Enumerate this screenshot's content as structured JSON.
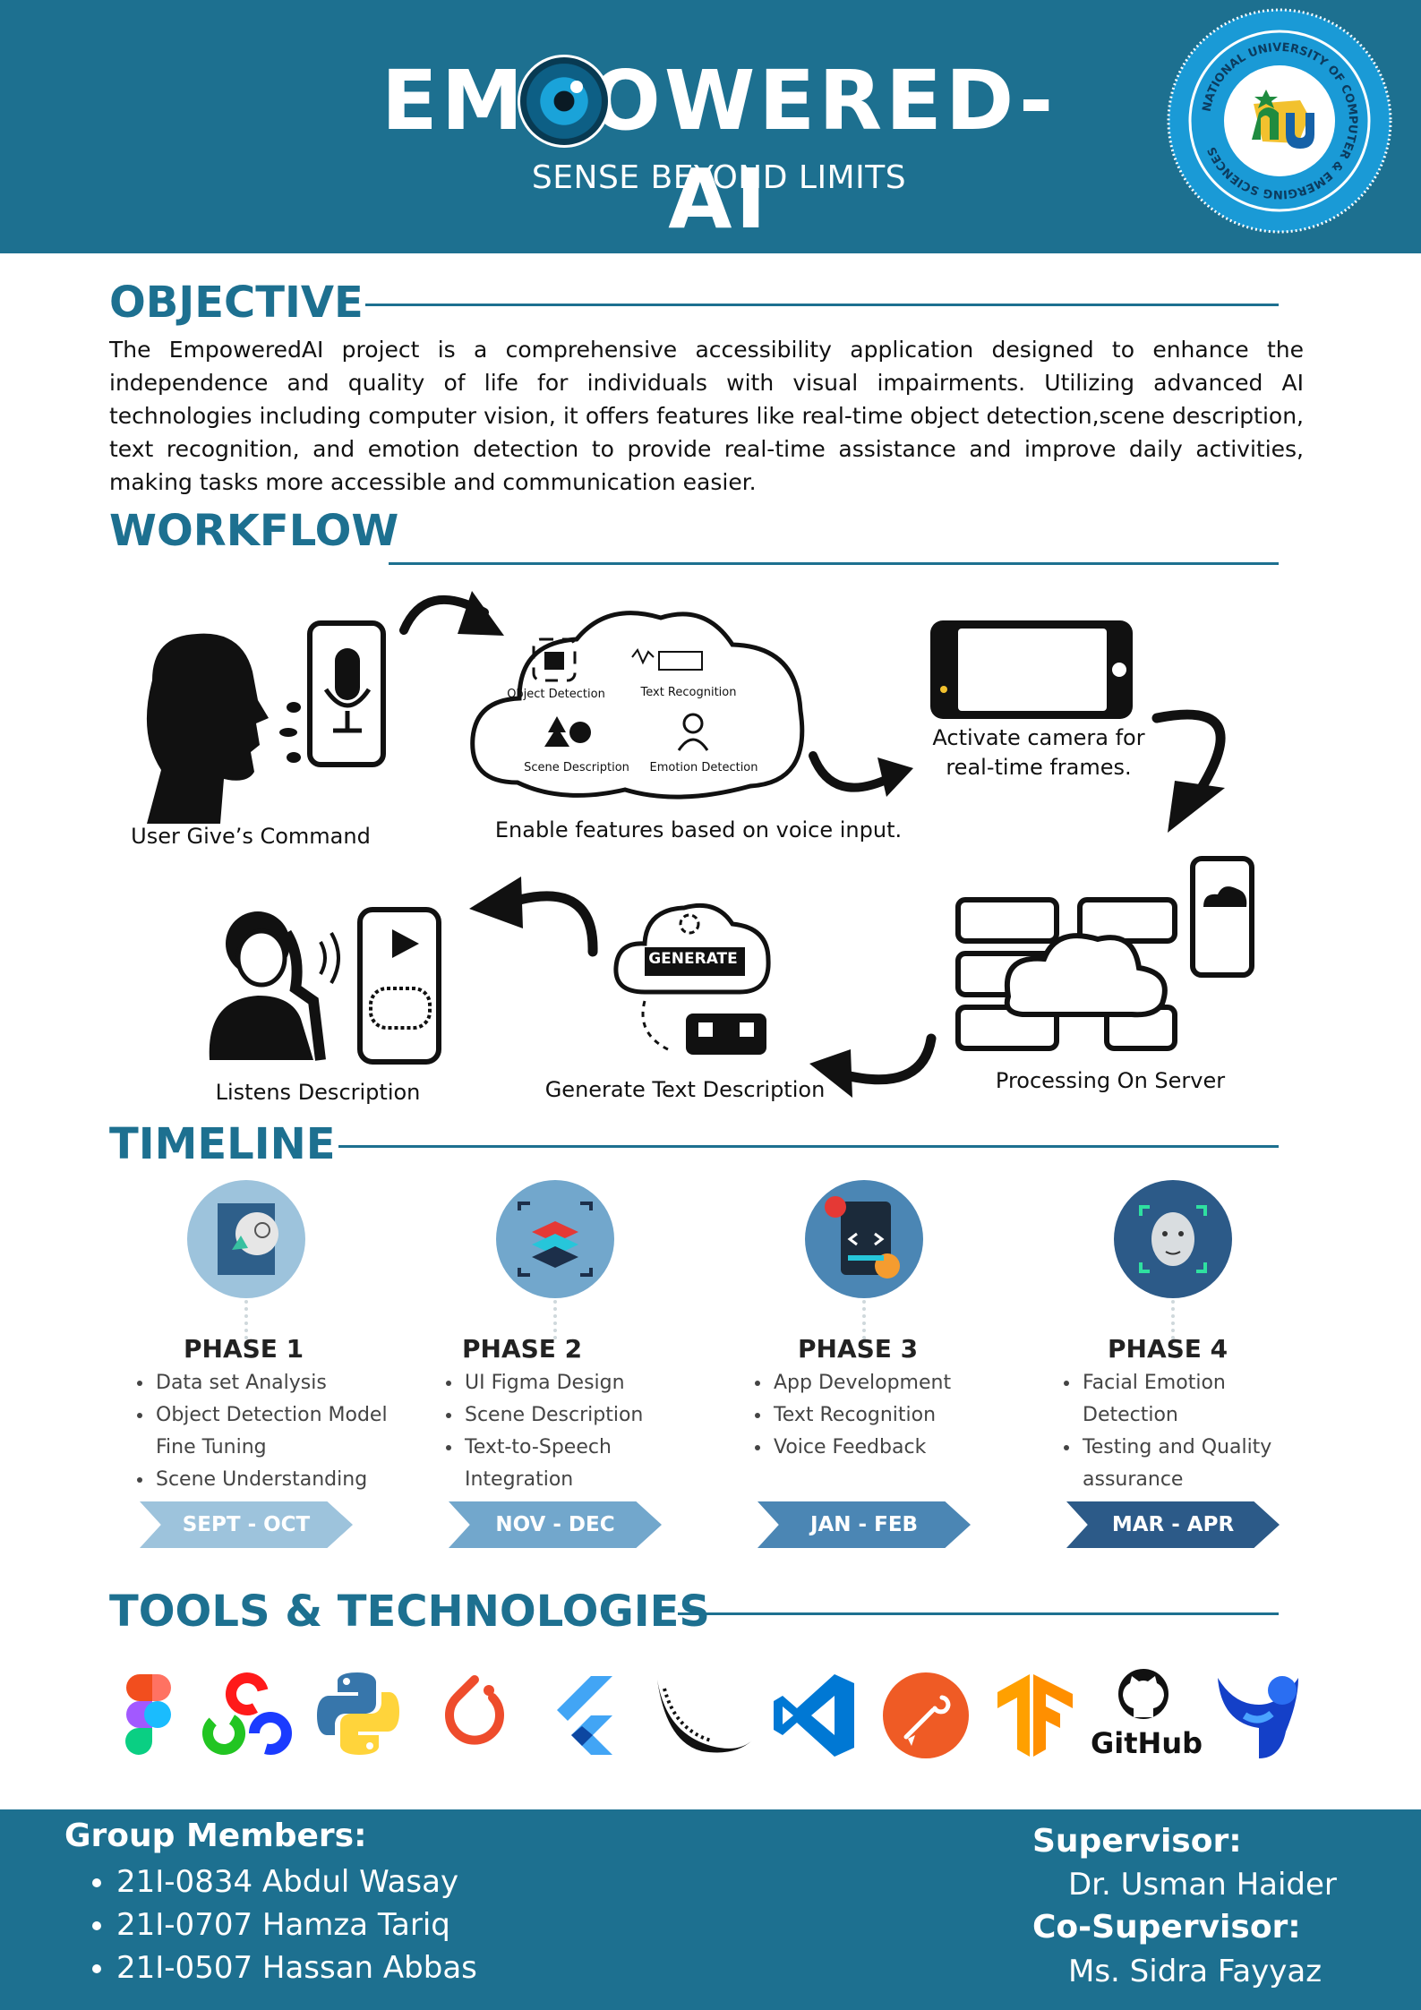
{
  "header": {
    "title": "EMPOWERED-AI",
    "subtitle": "SENSE BEYOND LIMITS",
    "background_color": "#1d7090",
    "logo_text": "NATIONAL UNIVERSITY OF COMPUTER & EMERGING SCIENCES"
  },
  "objective": {
    "heading": "OBJECTIVE",
    "text": "The EmpoweredAI project is a comprehensive accessibility application designed to enhance the independence and quality of life for individuals with visual impairments. Utilizing advanced AI technologies including computer vision, it offers features like real-time object detection,scene description, text recognition, and emotion detection to provide real-time assistance and improve daily activities, making tasks more accessible and communication easier."
  },
  "workflow": {
    "heading": "WORKFLOW",
    "steps": {
      "user_command": "User Give’s Command",
      "enable_features": "Enable features based on voice input.",
      "activate_camera": "Activate camera for real-time frames.",
      "processing_server": "Processing On Server",
      "generate_text": "Generate Text Description",
      "listens": "Listens Description"
    },
    "cloud_features": {
      "object_detection": "Object Detection",
      "text_recognition": "Text Recognition",
      "scene_description": "Scene Description",
      "emotion_detection": "Emotion Detection"
    },
    "generate_badge": "GENERATE"
  },
  "timeline": {
    "heading": "TIMELINE",
    "phases": [
      {
        "title": "PHASE 1",
        "items": [
          "Data set Analysis",
          "Object Detection Model Fine Tuning",
          "Scene Understanding"
        ],
        "period": "SEPT - OCT",
        "color": "#9dc3dc",
        "icon": "ai-robot-icon"
      },
      {
        "title": "PHASE 2",
        "items": [
          "UI Figma Design",
          "Scene Description",
          "Text-to-Speech Integration"
        ],
        "period": "NOV - DEC",
        "color": "#72a7cc",
        "icon": "layers-icon"
      },
      {
        "title": "PHASE 3",
        "items": [
          "App Development",
          "Text Recognition",
          "Voice Feedback"
        ],
        "period": "JAN - FEB",
        "color": "#4b86b4",
        "icon": "code-icon"
      },
      {
        "title": "PHASE 4",
        "items": [
          "Facial Emotion Detection",
          "Testing and Quality assurance"
        ],
        "period": "MAR - APR",
        "color": "#2c5a88",
        "icon": "face-scan-icon"
      }
    ]
  },
  "tools": {
    "heading": "TOOLS & TECHNOLOGIES",
    "icons": [
      "figma-icon",
      "opencv-icon",
      "python-icon",
      "pytorch-icon",
      "flutter-icon",
      "flask-icon",
      "vscode-icon",
      "postman-icon",
      "tensorflow-icon",
      "github-icon",
      "yolo-icon"
    ],
    "github_label": "GitHub"
  },
  "footer": {
    "group_heading": "Group Members:",
    "members": [
      "21I-0834 Abdul Wasay",
      "21I-0707 Hamza Tariq",
      "21I-0507 Hassan Abbas"
    ],
    "supervisor_heading": "Supervisor:",
    "supervisor": "Dr. Usman Haider",
    "cosupervisor_heading": "Co-Supervisor:",
    "cosupervisor": "Ms. Sidra Fayyaz"
  }
}
